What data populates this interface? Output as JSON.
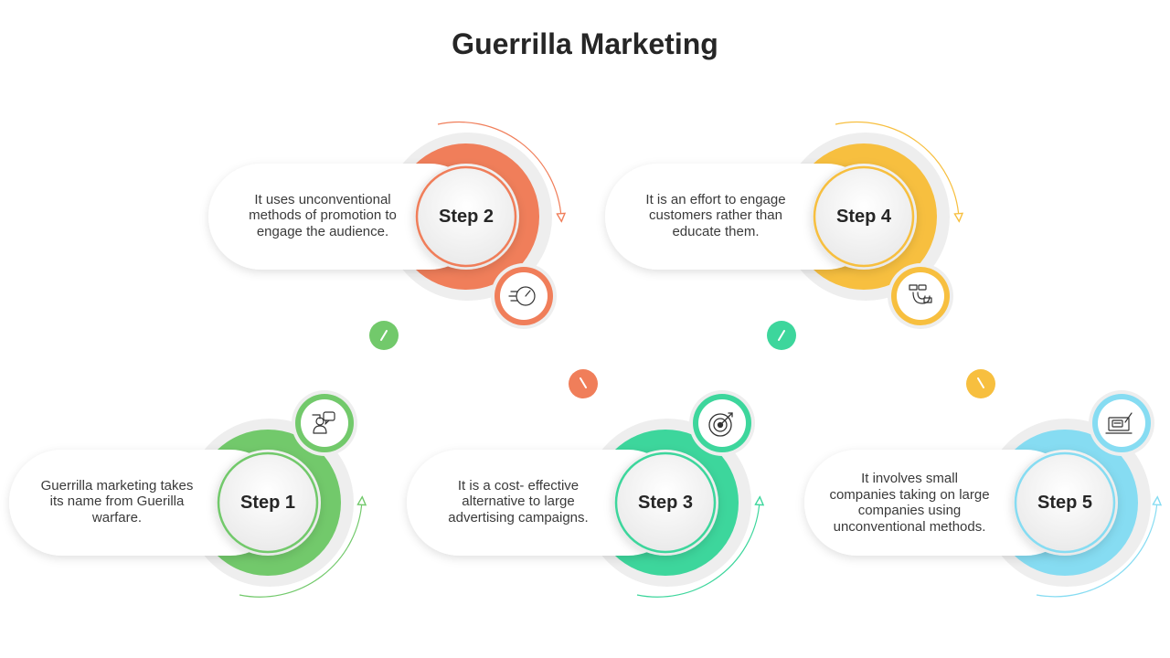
{
  "title": "Guerrilla Marketing",
  "steps": [
    {
      "label": "Step 1",
      "text": "Guerrilla marketing takes its name from Guerilla warfare.",
      "color": "#72C96B",
      "icon": "feedback-person-icon"
    },
    {
      "label": "Step 2",
      "text": "It uses unconventional methods of promotion to engage the audience.",
      "color": "#F07E5A",
      "icon": "speedometer-icon"
    },
    {
      "label": "Step 3",
      "text": "It is a cost- effective alternative to large advertising campaigns.",
      "color": "#3DD69C",
      "icon": "target-icon"
    },
    {
      "label": "Step 4",
      "text": "It is an effort to engage customers rather than educate them.",
      "color": "#F7BF3F",
      "icon": "magnet-icon"
    },
    {
      "label": "Step 5",
      "text": "It involves small companies taking on large companies using unconventional methods.",
      "color": "#86DCF2",
      "icon": "laptop-chat-icon"
    }
  ],
  "connectors": [
    {
      "color": "#72C96B"
    },
    {
      "color": "#F07E5A"
    },
    {
      "color": "#3DD69C"
    },
    {
      "color": "#F7BF3F"
    }
  ]
}
